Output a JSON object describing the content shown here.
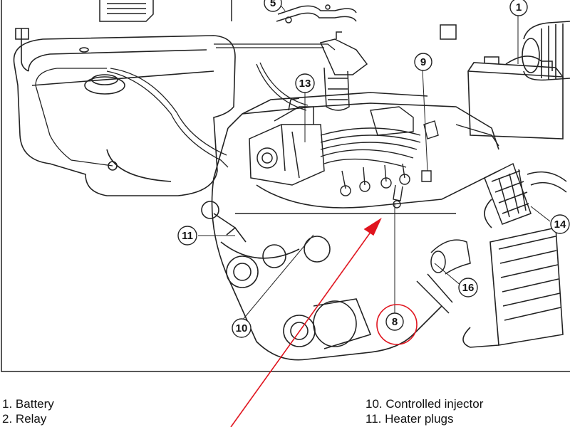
{
  "callouts": {
    "c1": "1",
    "c5": "5",
    "c8": "8",
    "c9": "9",
    "c10": "10",
    "c11": "11",
    "c13": "13",
    "c14": "14",
    "c16": "16"
  },
  "legend": {
    "left": [
      {
        "num": "1.",
        "label": "Battery"
      },
      {
        "num": "2.",
        "label": "Relay"
      }
    ],
    "right": [
      {
        "num": "10.",
        "label": "Controlled injector"
      },
      {
        "num": "11.",
        "label": "Heater plugs"
      }
    ]
  },
  "colors": {
    "line": "#222222",
    "annotation": "#e0141e"
  }
}
